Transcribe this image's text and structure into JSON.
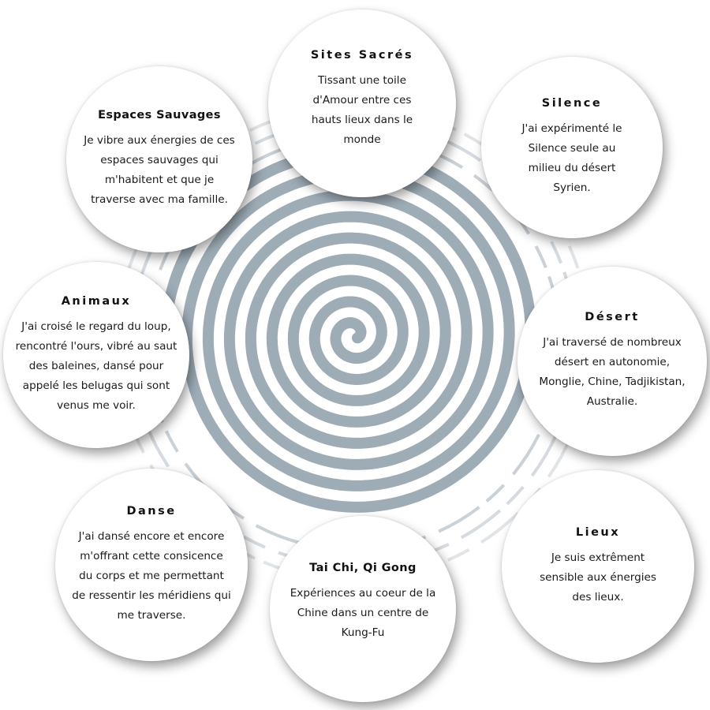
{
  "colors": {
    "spiral": "#9eacb6",
    "circle_bg": "#ffffff",
    "text": "#1a1a1a"
  },
  "circles": {
    "sites": {
      "title": "Sites Sacrés",
      "lines": [
        "Tissant une toile",
        "d'Amour entre ces",
        "hauts lieux dans le",
        "monde"
      ]
    },
    "silence": {
      "title": "Silence",
      "lines": [
        "J'ai expérimenté le",
        "Silence seule au",
        "milieu du désert",
        "Syrien."
      ]
    },
    "espaces": {
      "title": "Espaces Sauvages",
      "lines": [
        "Je vibre aux énergies de ces",
        "espaces sauvages qui",
        "m'habitent et que je",
        "traverse avec ma famille."
      ]
    },
    "animaux": {
      "title": "Animaux",
      "lines": [
        "J'ai croisé le regard du loup,",
        "rencontré l'ours, vibré au saut",
        "des baleines, dansé pour",
        "appelé les belugas qui sont",
        "venus me voir."
      ]
    },
    "desert": {
      "title": "Désert",
      "lines": [
        "J'ai traversé de nombreux",
        "désert en autonomie,",
        "Monglie, Chine, Tadjikistan,",
        "Australie."
      ]
    },
    "danse": {
      "title": "Danse",
      "lines": [
        "J'ai dansé encore et encore",
        "m'offrant cette consicence",
        "du corps et me permettant",
        "de ressentir les méridiens qui",
        "me traverse."
      ]
    },
    "taichi": {
      "title": "Tai Chi, Qi Gong",
      "lines": [
        "Expériences au coeur de la",
        "Chine dans un centre de",
        "Kung-Fu"
      ]
    },
    "lieux": {
      "title": "Lieux",
      "lines": [
        "Je suis extrêment",
        "sensible aux énergies",
        "des lieux."
      ]
    }
  }
}
